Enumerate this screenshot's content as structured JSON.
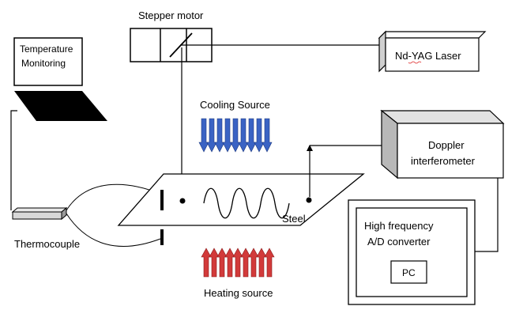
{
  "labels": {
    "stepper_motor": "Stepper motor",
    "laser": "Nd-YAG Laser",
    "temp_monitor_line1": "Temperature",
    "temp_monitor_line2": "Monitoring",
    "cooling_source": "Cooling Source",
    "doppler_line1": "Doppler",
    "doppler_line2": "interferometer",
    "steel": "Steel",
    "thermocouple": "Thermocouple",
    "converter_line1": "High frequency",
    "converter_line2": "A/D converter",
    "pc": "PC",
    "heating_source": "Heating source"
  },
  "colors": {
    "cooling_arrows": "#3a63c4",
    "heating_arrows": "#d23a3a",
    "laptop_keyboard": "#000000",
    "interferometer_shade": "#b8b8b8",
    "line": "#000000"
  },
  "icons": {
    "mirror": "diagonal-mirror",
    "laptop": "laptop-icon"
  }
}
